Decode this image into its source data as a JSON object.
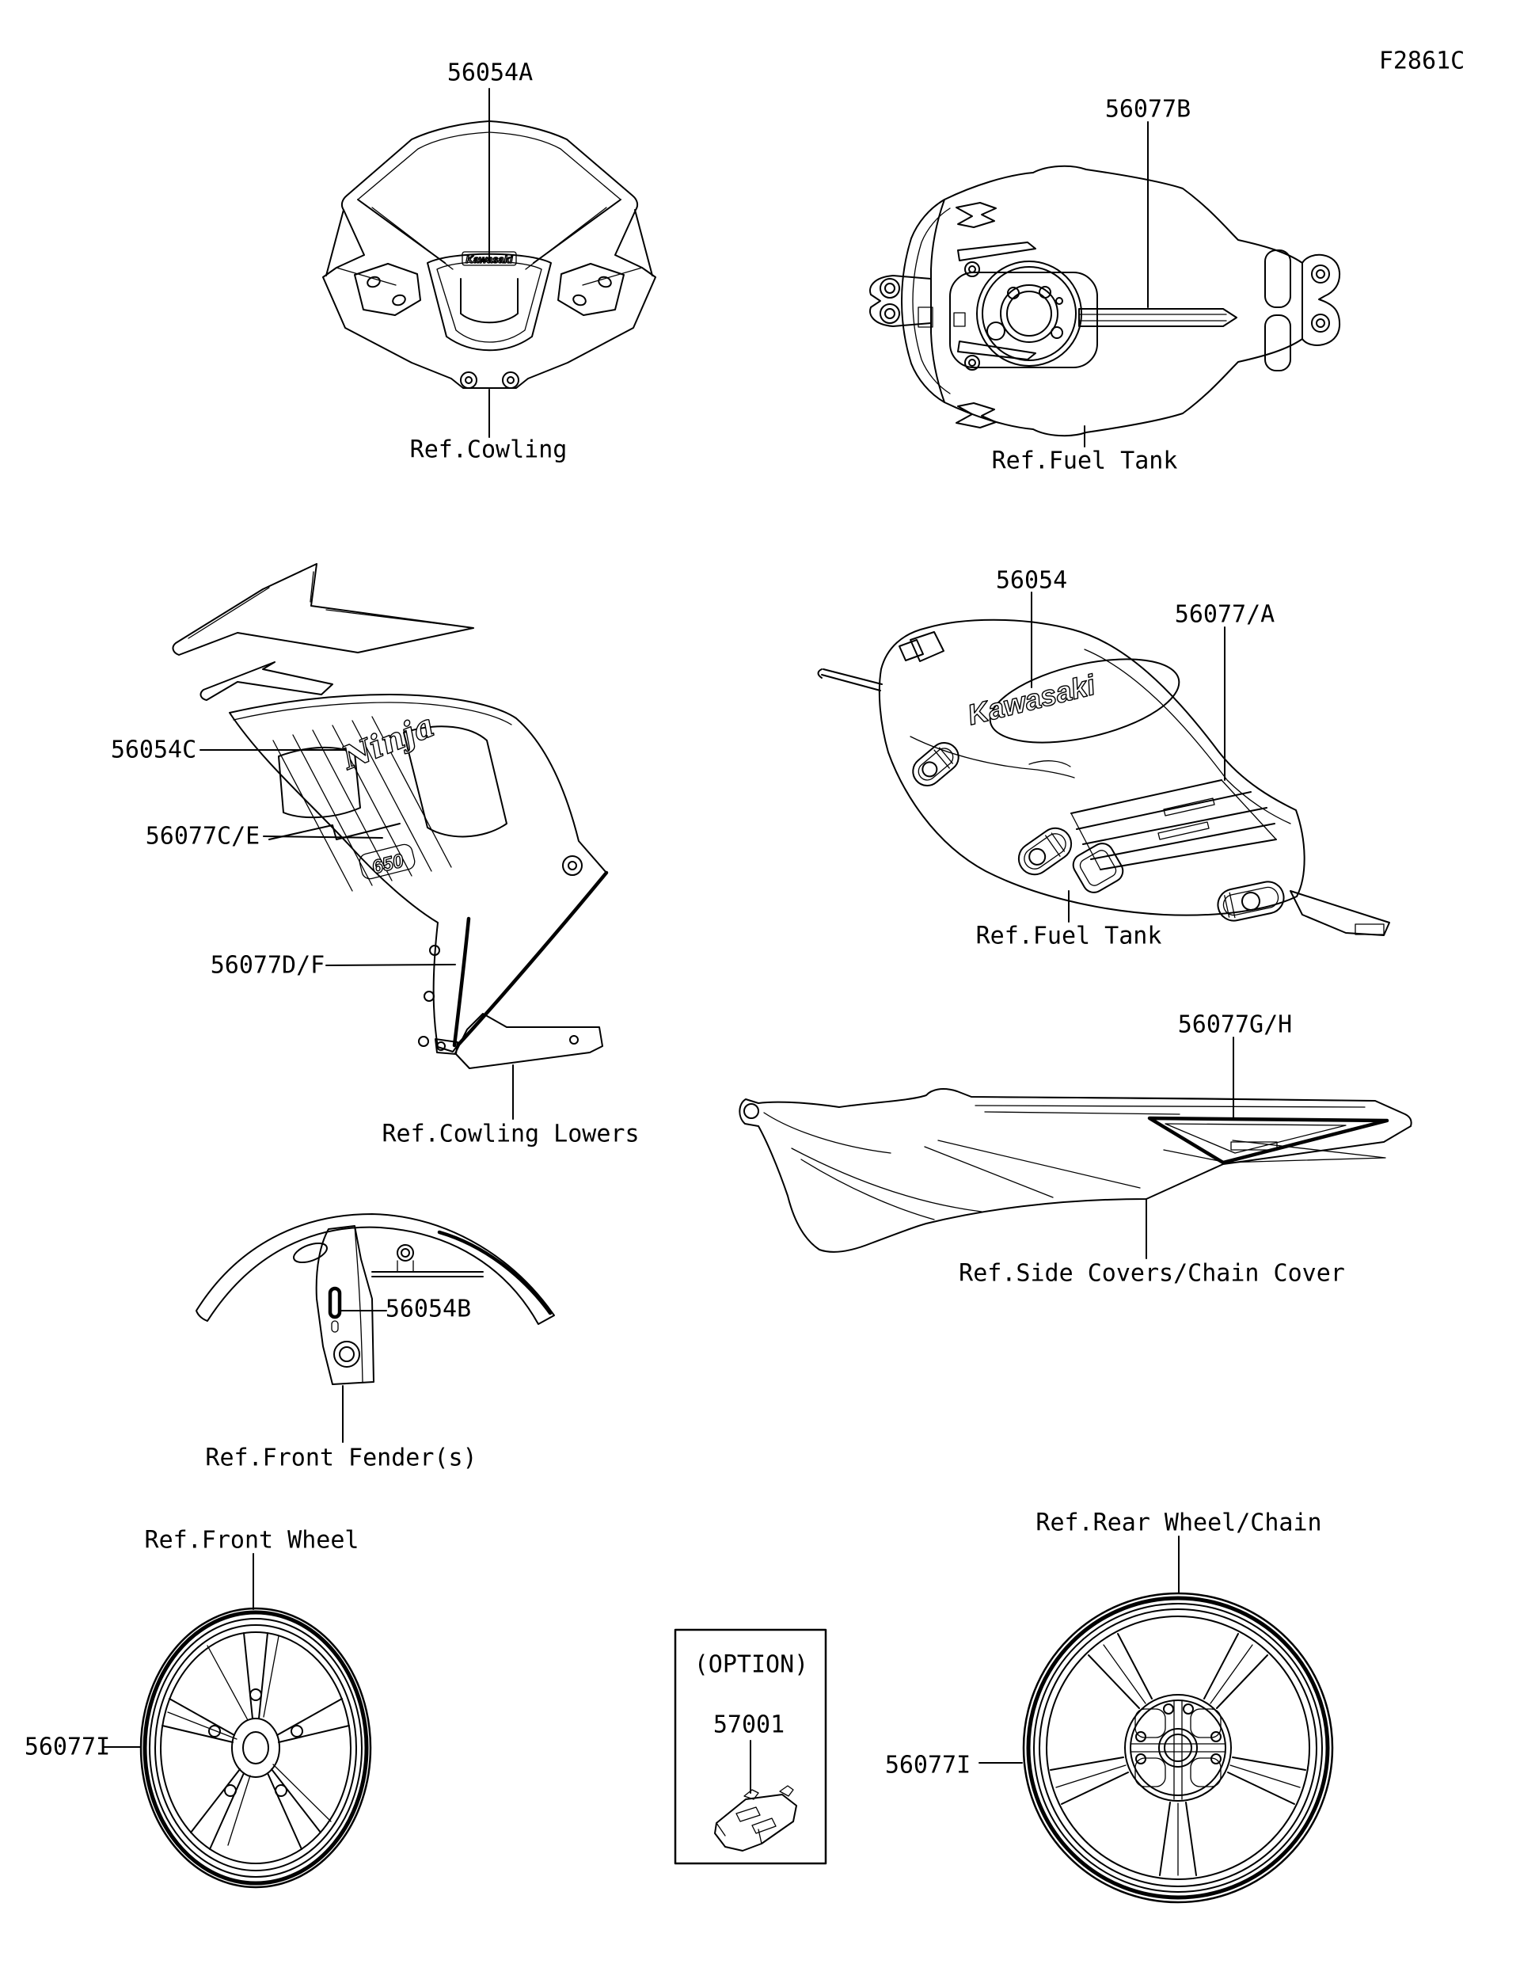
{
  "page": {
    "code": "F2861C"
  },
  "labels": {
    "cowling": {
      "part": "56054A",
      "ref": "Ref.Cowling"
    },
    "fuel_tank_top": {
      "part": "56077B",
      "ref": "Ref.Fuel Tank"
    },
    "cowling_lowers": {
      "part_ninja": "56054C",
      "part_stripes": "56077C/E",
      "part_lower": "56077D/F",
      "ref": "Ref.Cowling Lowers"
    },
    "fuel_tank_side": {
      "part_logo": "56054",
      "part_stripes": "56077/A",
      "ref": "Ref.Fuel Tank"
    },
    "side_covers": {
      "part": "56077G/H",
      "ref": "Ref.Side Covers/Chain Cover"
    },
    "front_fender": {
      "part": "56054B",
      "ref": "Ref.Front Fender(s)"
    },
    "front_wheel": {
      "part": "56077I",
      "ref": "Ref.Front Wheel"
    },
    "rear_wheel": {
      "part": "56077I",
      "ref": "Ref.Rear Wheel/Chain"
    },
    "option": {
      "tag": "(OPTION)",
      "part": "57001"
    }
  },
  "decals": {
    "kawasaki_cowl": "Kawasaki",
    "kawasaki_tank": "Kawasaki",
    "ninja": "Ninja",
    "badge_650": "650"
  }
}
